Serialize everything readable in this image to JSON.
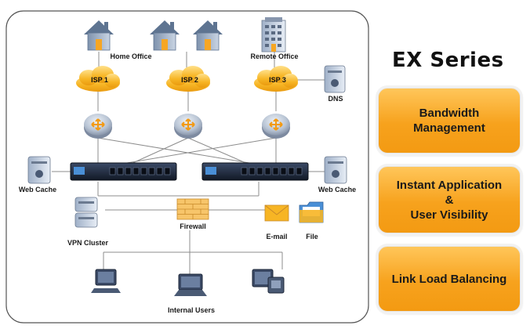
{
  "product_title": "EX Series",
  "features": [
    {
      "text": "Bandwidth\nManagement"
    },
    {
      "text": "Instant Application\n&\nUser Visibility"
    },
    {
      "text": "Link Load Balancing"
    }
  ],
  "diagram": {
    "sites": {
      "home_office": "Home Office",
      "remote_office": "Remote Office"
    },
    "isps": [
      "ISP 1",
      "ISP 2",
      "ISP 3"
    ],
    "dns": "DNS",
    "web_cache_left": "Web Cache",
    "web_cache_right": "Web Cache",
    "firewall": "Firewall",
    "vpn_cluster": "VPN Cluster",
    "email": "E-mail",
    "file": "File",
    "internal_users": "Internal Users"
  },
  "colors": {
    "cloud": "#f7b524",
    "feature_box": "#f7a21d",
    "router": "#b8c4d4",
    "appliance": "#1d2738"
  }
}
